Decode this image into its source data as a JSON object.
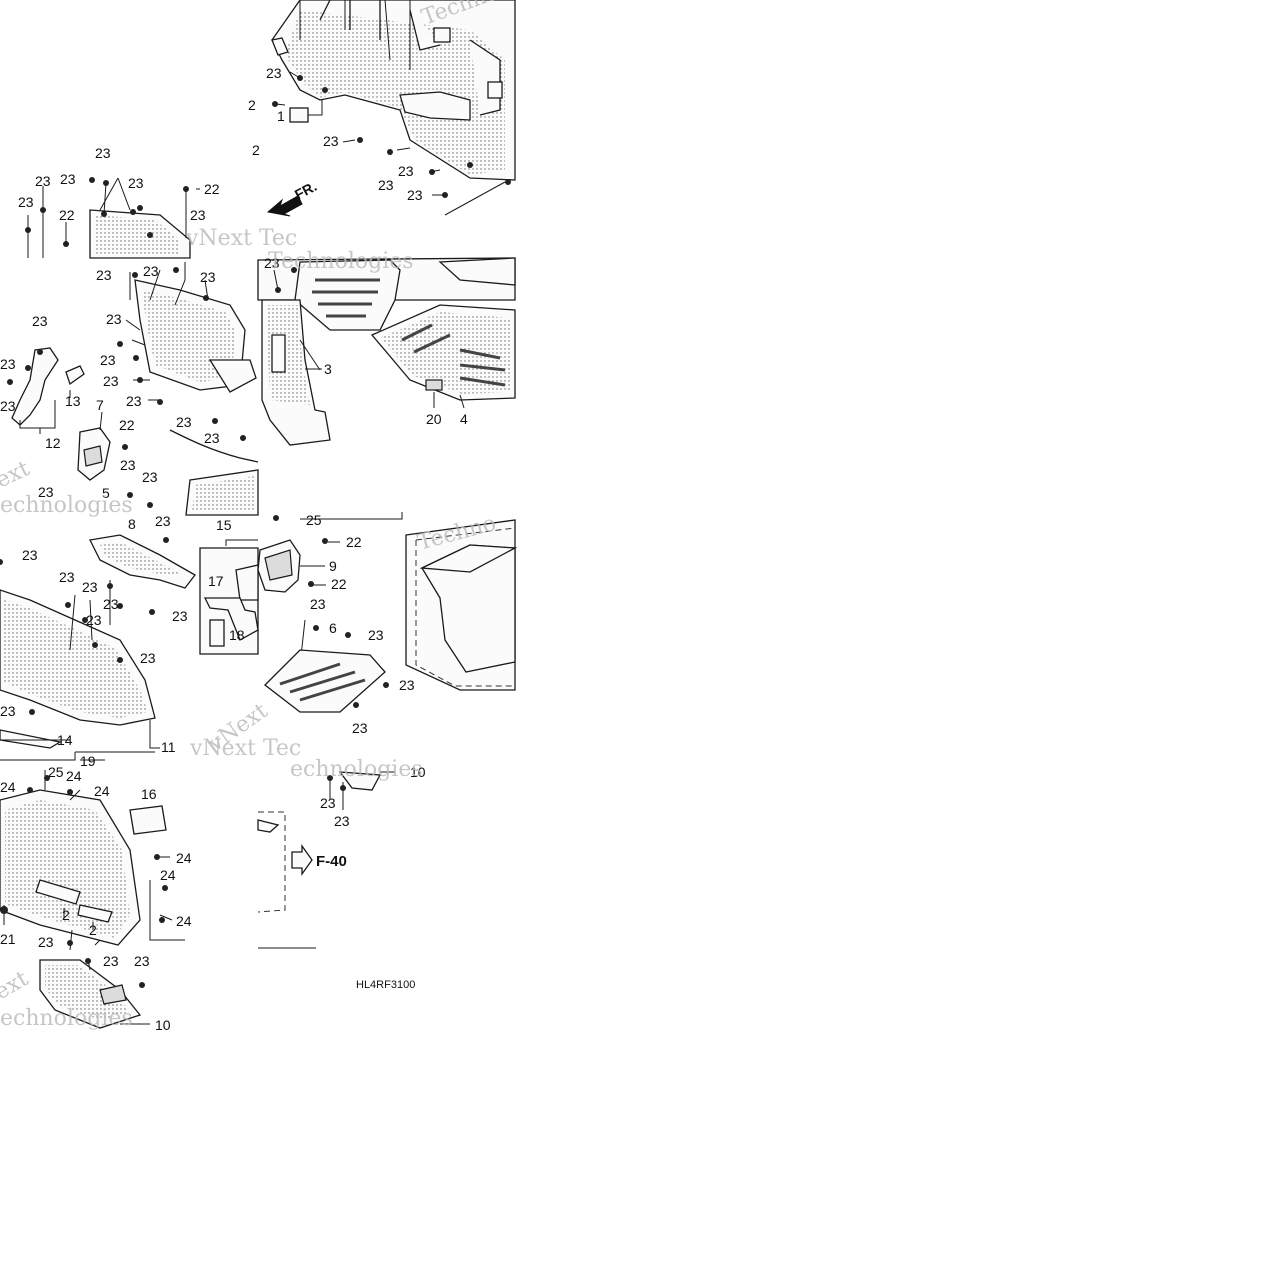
{
  "diagram": {
    "code": "HL4RF3100",
    "direction_label": "FR.",
    "ref_label": "F-40",
    "watermark_text": [
      "vNext",
      "Techno",
      "Technologies",
      "vNext Tec",
      "ext",
      "echnologies"
    ],
    "callouts": {
      "n1": "1",
      "n2": "2",
      "n3": "3",
      "n4": "4",
      "n5": "5",
      "n6": "6",
      "n7": "7",
      "n8": "8",
      "n9": "9",
      "n10": "10",
      "n11": "11",
      "n12": "12",
      "n13": "13",
      "n14": "14",
      "n15": "15",
      "n16": "16",
      "n17": "17",
      "n18": "18",
      "n19": "19",
      "n20": "20",
      "n21": "21",
      "n22": "22",
      "n23": "23",
      "n24": "24",
      "n25": "25"
    }
  },
  "colors": {
    "line": "#1a1a1a",
    "background": "#ffffff",
    "watermark": "#b9b9b9",
    "fill_light": "#fbfbfb",
    "fill_dark": "#dcdcdc"
  }
}
